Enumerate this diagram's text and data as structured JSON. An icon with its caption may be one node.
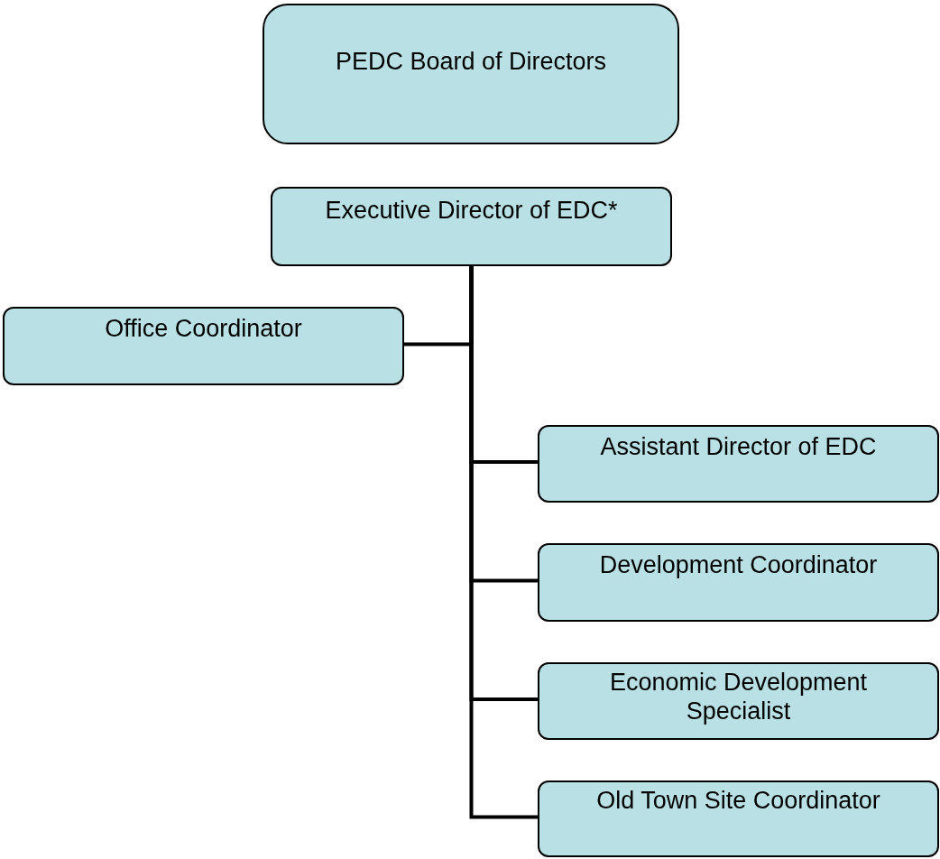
{
  "diagram": {
    "nodes": [
      {
        "text": [
          "PEDC Board of Directors"
        ]
      },
      {
        "text": [
          "Executive Director of EDC*"
        ]
      },
      {
        "text": [
          "Office Coordinator"
        ]
      },
      {
        "text": [
          "Assistant Director of EDC"
        ]
      },
      {
        "text": [
          "Development Coordinator"
        ]
      },
      {
        "text": [
          "Economic Development Specialist"
        ]
      },
      {
        "text": [
          "Old Town Site Coordinator"
        ]
      }
    ],
    "edges": [
      {
        "from": 1,
        "to": 2,
        "arrow": "none"
      },
      {
        "from": 1,
        "to": 3,
        "arrow": "none"
      },
      {
        "from": 1,
        "to": 4,
        "arrow": "none"
      },
      {
        "from": 1,
        "to": 5,
        "arrow": "none"
      },
      {
        "from": 1,
        "to": 6,
        "arrow": "none"
      }
    ]
  }
}
